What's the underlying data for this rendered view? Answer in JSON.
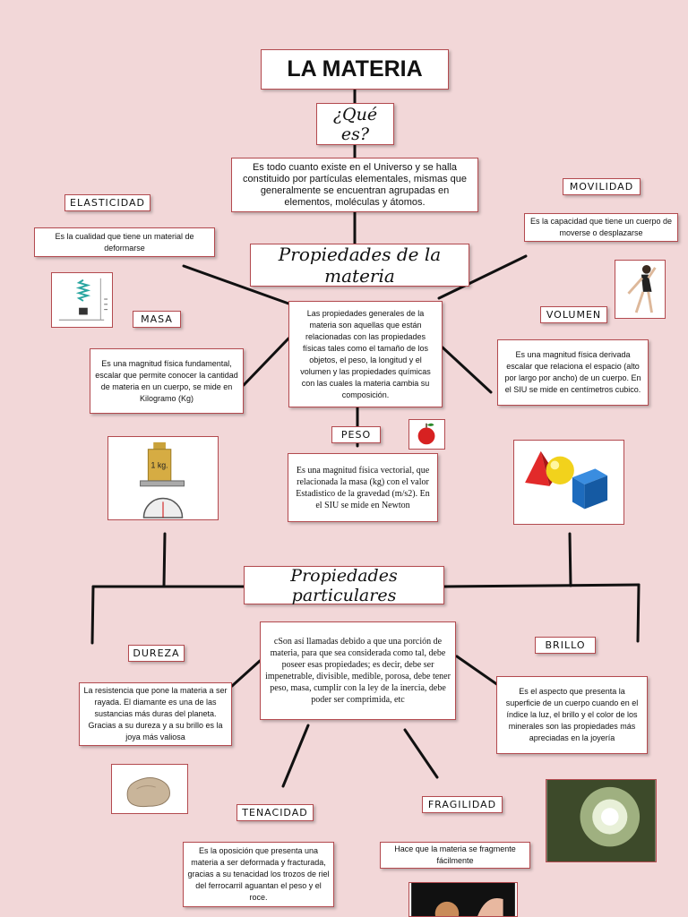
{
  "title": "LA MATERIA",
  "que_es": "¿Qué es?",
  "definition": "Es todo cuanto existe en el Universo y se halla constituido por partículas elementales, mismas que generalmente se encuentran agrupadas en elementos, moléculas y átomos.",
  "general": {
    "heading": "Propiedades de la materia",
    "text": "Las propiedades generales de la materia son aquellas que están relacionadas con las propiedades físicas tales como el tamaño de los objetos, el peso, la longitud y el volumen y las propiedades químicas con las cuales la materia cambia su composición.",
    "elasticidad": {
      "label": "ELASTICIDAD",
      "text": "Es la cualidad que tiene un material de deformarse"
    },
    "movilidad": {
      "label": "MOVILIDAD",
      "text": "Es la capacidad que tiene un cuerpo de moverse o desplazarse"
    },
    "masa": {
      "label": "MASA",
      "text": "Es una magnitud física fundamental, escalar que permite conocer la cantidad de materia en un cuerpo, se mide en Kilogramo (Kg)"
    },
    "volumen": {
      "label": "VOLUMEN",
      "text": "Es una magnitud física derivada escalar que relaciona el espacio (alto por largo por ancho) de un cuerpo. En el SIU se mide en centímetros cubico."
    },
    "peso": {
      "label": "PESO",
      "text": "Es una magnitud física vectorial, que relacionada la masa (kg) con el valor Estadistico de la gravedad (m/s2). En el SIU se mide en Newton"
    },
    "scale_label": "1 kg."
  },
  "particular": {
    "heading": "Propiedades particulares",
    "text": "cSon así llamadas debido a que una porción de materia, para que sea considerada como tal, debe poseer esas propiedades; es decir, debe ser impenetrable, divisible, medible, porosa, debe tener peso, masa, cumplir con la ley de la inercia, debe poder ser comprimida, etc",
    "dureza": {
      "label": "DUREZA",
      "text": "La resistencia que pone la materia a ser rayada. El diamante es una de las sustancias más duras del planeta. Gracias a su dureza y a su brillo es la joya más valiosa"
    },
    "brillo": {
      "label": "BRILLO",
      "text": "Es el aspecto que presenta la superficie de un cuerpo cuando en el índice la luz, el brillo y el color de los minerales son las propiedades más apreciadas en la joyería"
    },
    "tenacidad": {
      "label": "TENACIDAD",
      "text": "Es la oposición que presenta una materia a ser deformada y fracturada, gracias a su tenacidad los trozos de riel del ferrocarril aguantan el peso y el roce."
    },
    "fragilidad": {
      "label": "FRAGILIDAD",
      "text": "Hace que la materia se fragmente fácilmente"
    }
  },
  "colors": {
    "border": "#b34a4f",
    "background": "#f2d7d8",
    "line": "#111111"
  }
}
